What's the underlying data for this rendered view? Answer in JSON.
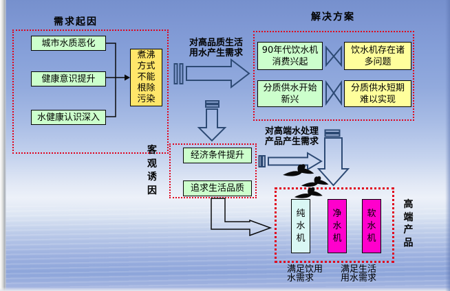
{
  "colors": {
    "dotted_border_red": "#e0001a",
    "cause_green": "#ccffcc",
    "conclusion_yellow": "#ffe66a",
    "solution_yellow": "#ffff9c",
    "product_cyan": "#d9f7f4",
    "product_magenta": "#ff00cc",
    "arrow_outline_blue": "#2d4a74"
  },
  "demand": {
    "title": "需求起因",
    "causes": [
      "城市水质恶化",
      "健康意识提升",
      "水健康认识深入"
    ],
    "conclusion": "煮沸\n方式\n不能\n根除\n污染"
  },
  "flow": {
    "top_arrow_label": "对高品质生活\n用水产生需求",
    "mid_arrow_label": "对高端水处理\n产品产生需求"
  },
  "solution": {
    "title": "解决方案",
    "rows": [
      {
        "attempt": "90年代饮水机\n消费兴起",
        "problem": "饮水机存在诸\n多问题"
      },
      {
        "attempt": "分质供水开始\n新兴",
        "problem": "分质供水短期\n难以实现"
      }
    ]
  },
  "incentive": {
    "title": "客\n观\n诱\n因",
    "items": [
      "经济条件提升",
      "追求生活品质"
    ]
  },
  "products": {
    "title": "高\n端\n产\n品",
    "items": [
      {
        "name": "纯\n水\n机",
        "color": "#d9f7f4"
      },
      {
        "name": "净\n水\n机",
        "color": "#ff00cc"
      },
      {
        "name": "软\n水\n机",
        "color": "#ff00cc"
      }
    ],
    "captions": [
      "满足饮用\n水需求",
      "满足生活\n用水需求"
    ]
  }
}
